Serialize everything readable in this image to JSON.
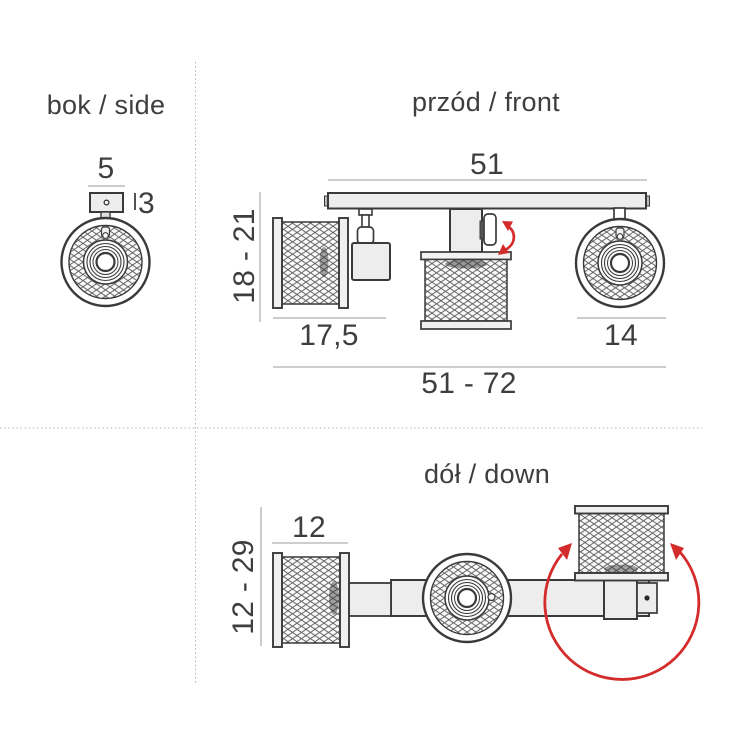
{
  "colors": {
    "outline": "#3a3a3a",
    "text": "#3e3e3e",
    "dimension_line": "#9b9b9b",
    "light_fill": "#ededed",
    "accent_red": "#d42b2b"
  },
  "side_view": {
    "title": "bok / side",
    "dim_plate_width": "5",
    "dim_plate_height": "3"
  },
  "front_view": {
    "title": "przód / front",
    "dim_bar_length": "51",
    "dim_height_range": "18 - 21",
    "dim_left_shade_width": "17,5",
    "dim_right_shade_diameter": "14",
    "dim_total_width_range": "51 - 72"
  },
  "down_view": {
    "title": "dół / down",
    "dim_shade_width": "12",
    "dim_depth_range": "12 - 29"
  }
}
